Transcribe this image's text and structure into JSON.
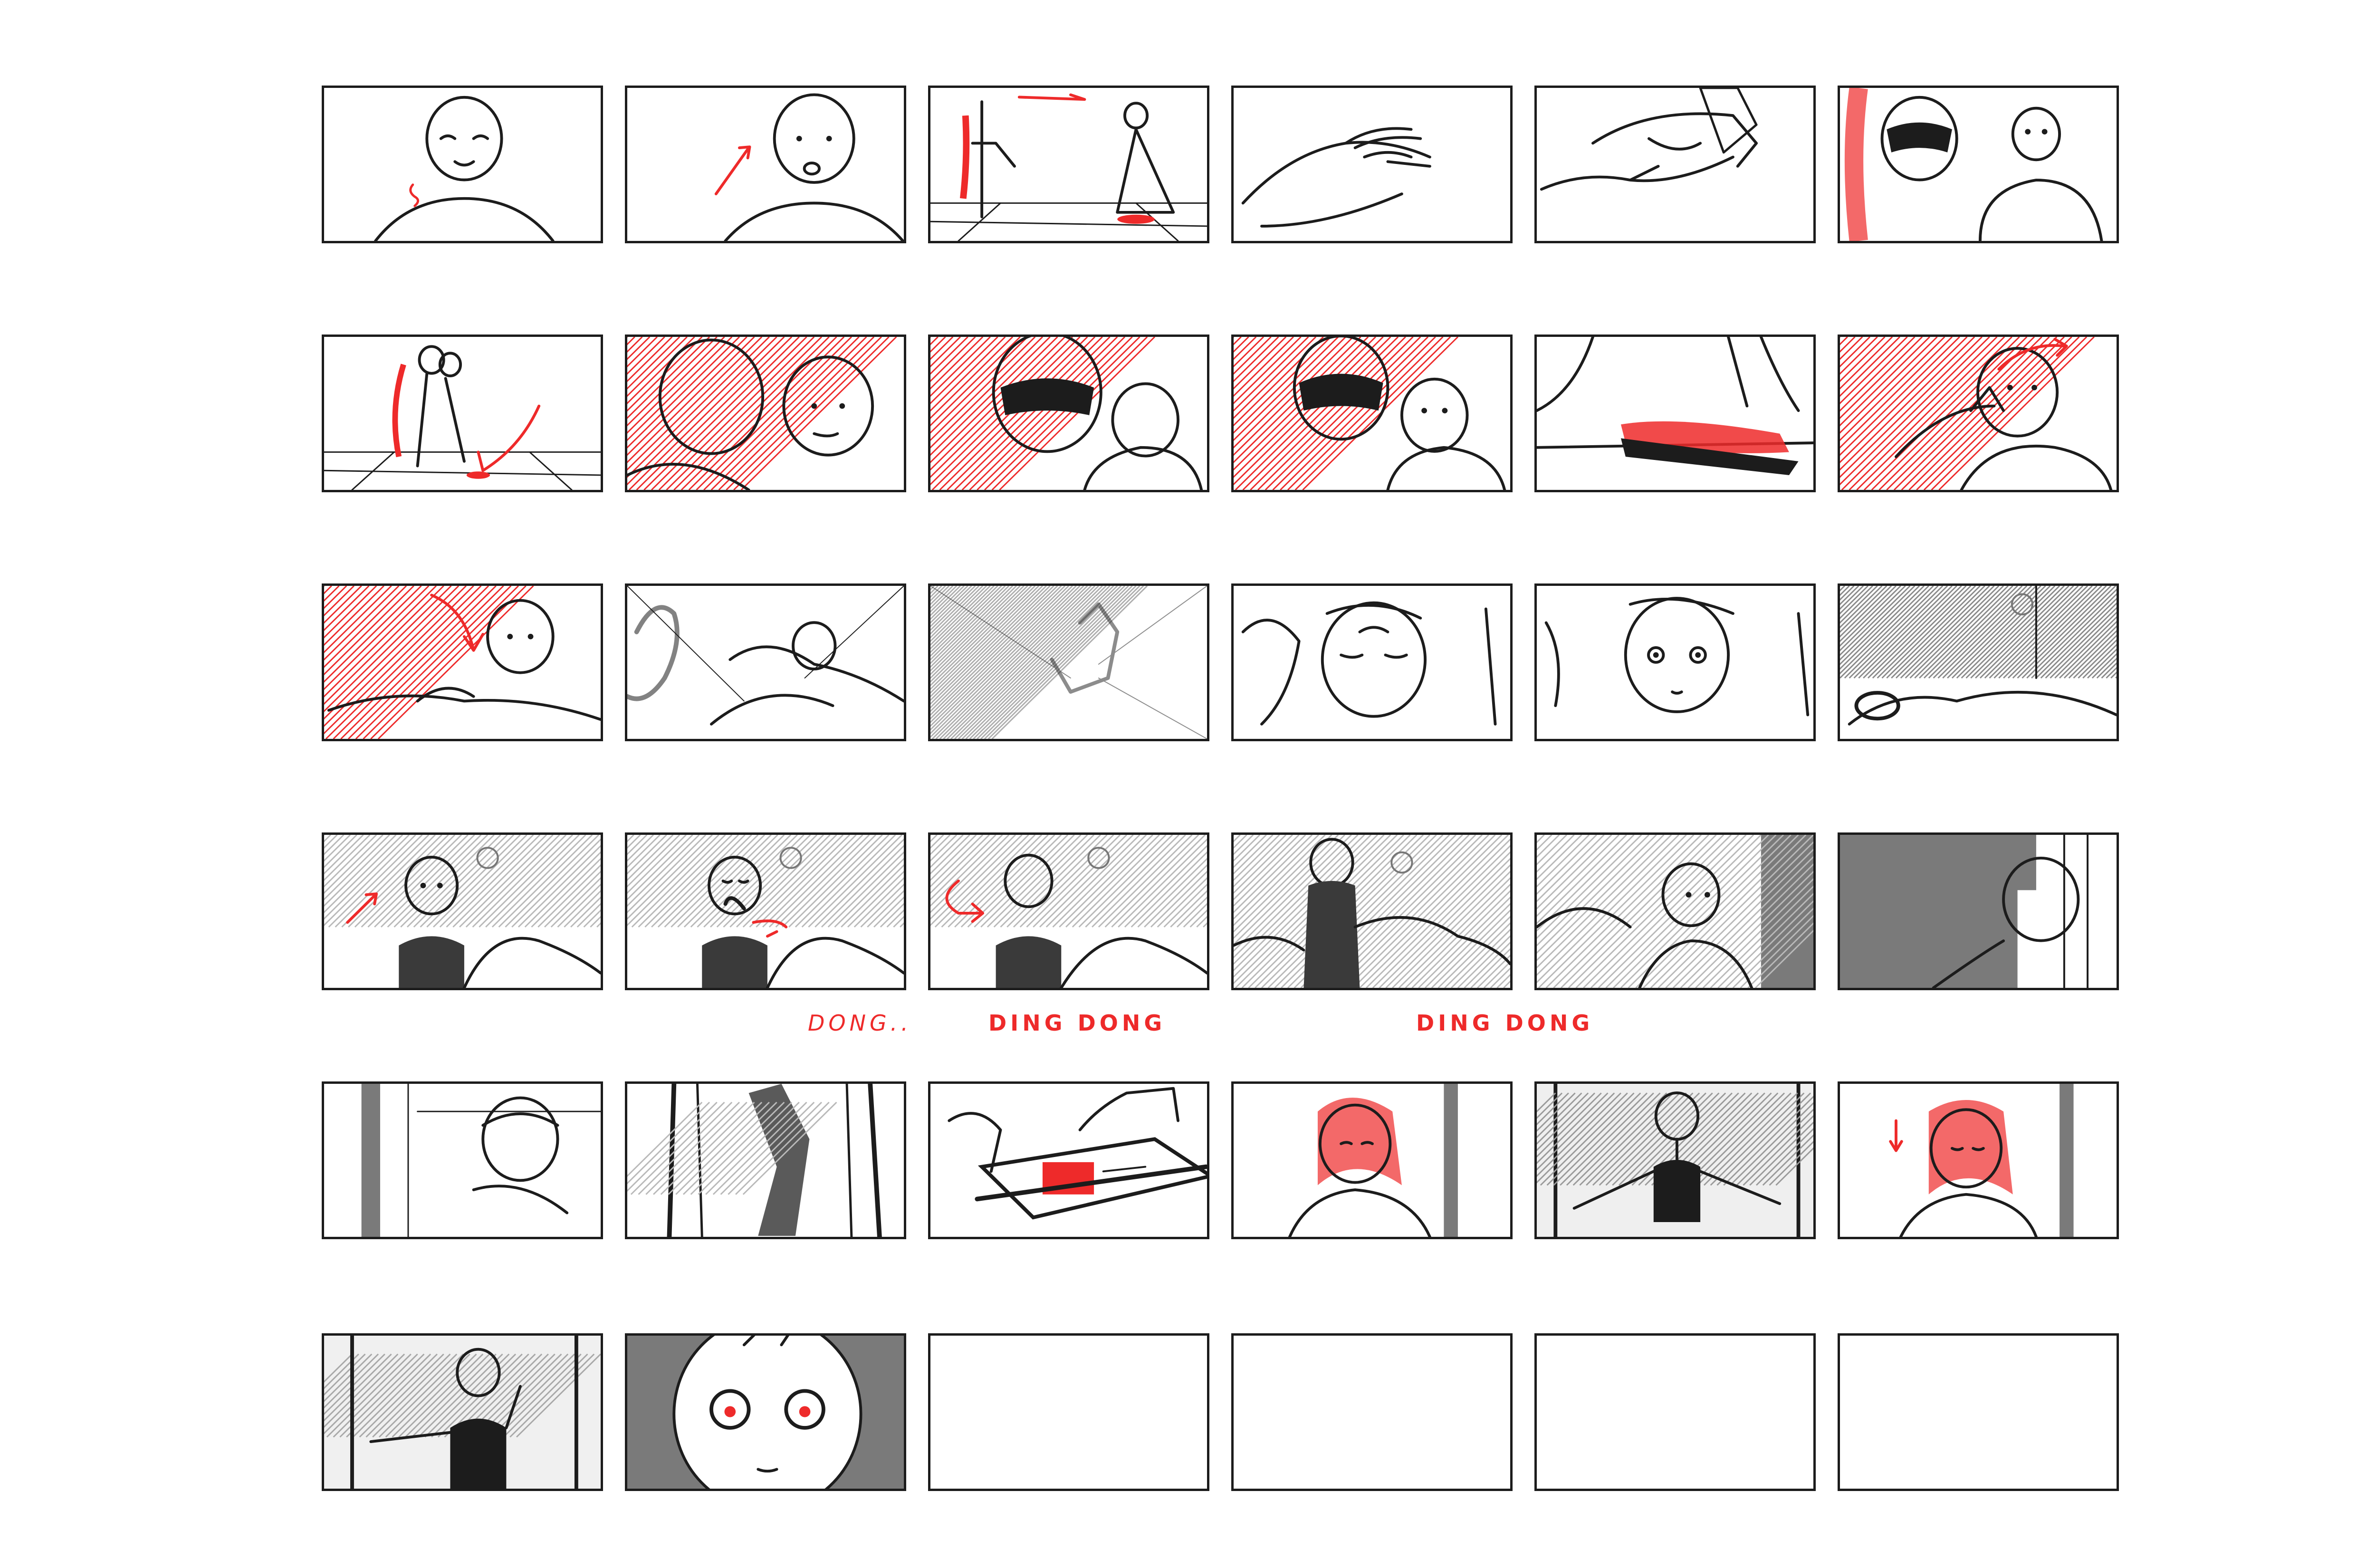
{
  "storyboard": {
    "colors": {
      "ink": "#1c1c1c",
      "shade": "#7a7a7a",
      "hatch": "#b9b9b9",
      "accent_red": "#ee2a2a",
      "paper": "#ffffff"
    },
    "sound_effects": [
      {
        "text": "DONG..",
        "color": "#ee2a2a"
      },
      {
        "text": "DING DONG",
        "color": "#ee2a2a"
      },
      {
        "text": "DING DONG",
        "color": "#ee2a2a"
      }
    ],
    "panels": [
      {
        "scene": "girl-smiling"
      },
      {
        "scene": "girl-surprised"
      },
      {
        "scene": "ballroom-wide"
      },
      {
        "scene": "open-hand"
      },
      {
        "scene": "hands-giving"
      },
      {
        "scene": "masked-hero-and-girl"
      },
      {
        "scene": "couple-dancing"
      },
      {
        "scene": "hero-and-girl-close"
      },
      {
        "scene": "masked-hero-closeup"
      },
      {
        "scene": "masked-hero-girl"
      },
      {
        "scene": "red-shoe"
      },
      {
        "scene": "hero-grabs-girl"
      },
      {
        "scene": "girl-falls-back"
      },
      {
        "scene": "girl-wakes-blur"
      },
      {
        "scene": "blur-dream"
      },
      {
        "scene": "girl-sleepy"
      },
      {
        "scene": "girl-eyes-open"
      },
      {
        "scene": "bed-dark"
      },
      {
        "scene": "girl-sits-up"
      },
      {
        "scene": "girl-yawns"
      },
      {
        "scene": "girl-turns"
      },
      {
        "scene": "girl-back-view"
      },
      {
        "scene": "girl-looks-door"
      },
      {
        "scene": "dark-doorway"
      },
      {
        "scene": "girl-at-door"
      },
      {
        "scene": "door-opening"
      },
      {
        "scene": "letter-hands"
      },
      {
        "scene": "redhead-visitor"
      },
      {
        "scene": "girl-in-doorway"
      },
      {
        "scene": "redhead-looks-down"
      },
      {
        "scene": "girl-leans-door"
      },
      {
        "scene": "girl-big-eyes"
      },
      {
        "scene": "empty"
      },
      {
        "scene": "empty"
      },
      {
        "scene": "empty"
      },
      {
        "scene": "empty"
      }
    ]
  }
}
